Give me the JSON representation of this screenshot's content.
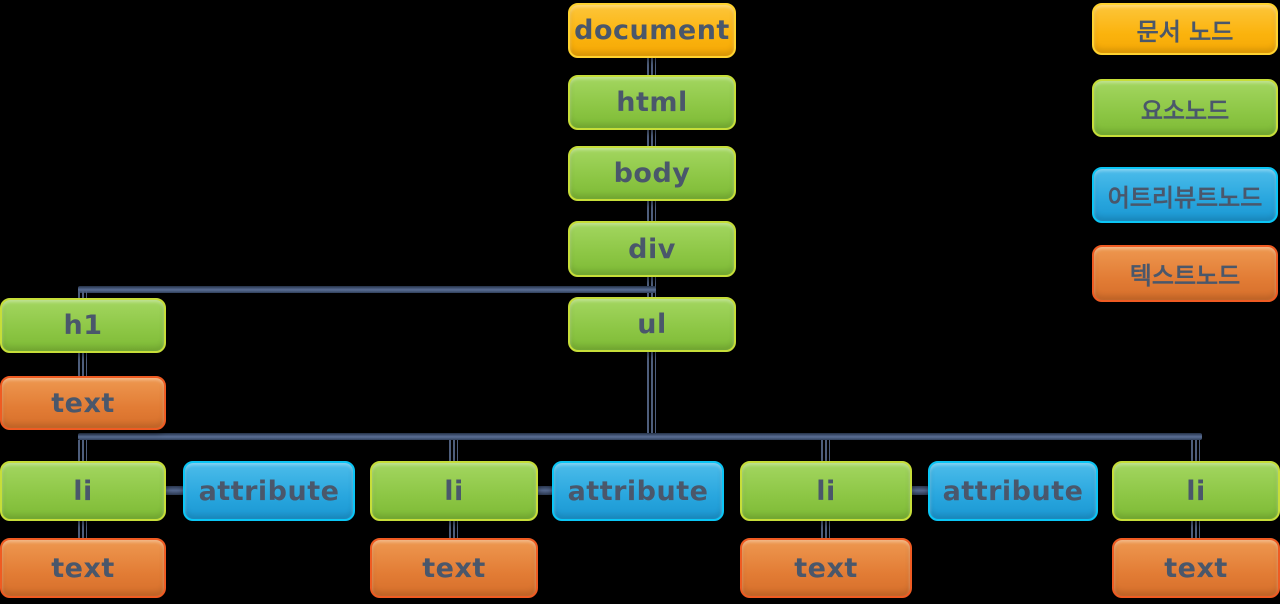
{
  "labels": {
    "document": "document",
    "html": "html",
    "body": "body",
    "div": "div",
    "ul": "ul",
    "h1": "h1",
    "li": "li",
    "attribute": "attribute",
    "text": "text"
  },
  "legend": {
    "document_node": "문서 노드",
    "element_node": "요소노드",
    "attribute_node": "어트리뷰트노드",
    "text_node": "텍스트노드"
  },
  "colors": {
    "document_node_fill": "#FBB30D",
    "element_node_fill": "#8CC644",
    "attribute_node_fill": "#28A6DE",
    "text_node_fill": "#E27C35",
    "node_label": "#4A576B",
    "connector": "#44546A",
    "background": "#000000"
  },
  "tree": {
    "root": "document",
    "trunk": [
      "document",
      "html",
      "body",
      "div",
      "ul"
    ],
    "div_children": [
      "h1",
      "ul"
    ],
    "h1_children": [
      "text"
    ],
    "ul_children": [
      "li",
      "li",
      "li",
      "li"
    ],
    "li_groups": [
      {
        "element": "li",
        "attribute": "attribute",
        "child": "text"
      },
      {
        "element": "li",
        "attribute": "attribute",
        "child": "text"
      },
      {
        "element": "li",
        "attribute": "attribute",
        "child": "text"
      },
      {
        "element": "li",
        "attribute": null,
        "child": "text"
      }
    ]
  }
}
